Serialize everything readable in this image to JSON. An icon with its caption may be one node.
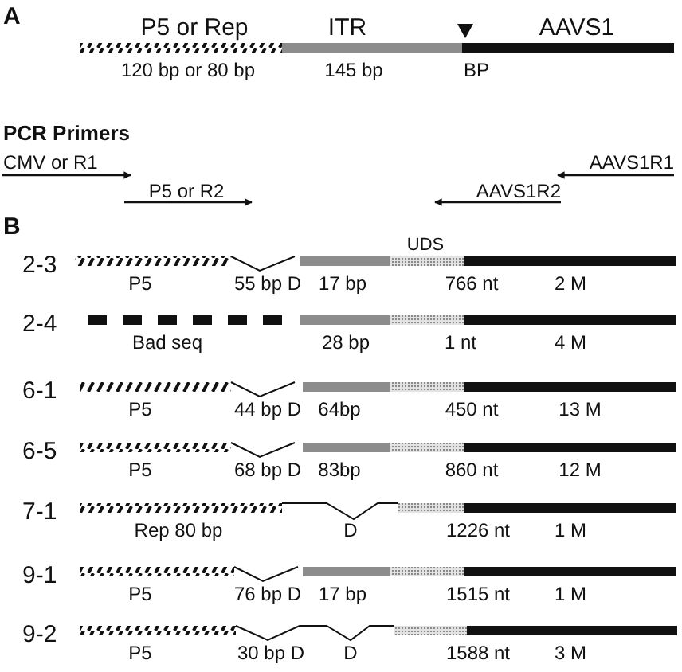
{
  "diagram": {
    "labels": [
      "A",
      "P5 or Rep",
      "ITR",
      "AAVS1",
      "120 bp or 80 bp",
      "145 bp",
      "BP",
      "PCR Primers",
      "CMV or R1",
      "AAVS1R1",
      "P5 or R2",
      "AAVS1R2",
      "B",
      "UDS",
      "2-3",
      "P5",
      "55 bp D",
      "17 bp",
      "766 nt",
      "2 M",
      "2-4",
      "Bad seq",
      "28 bp",
      "1 nt",
      "4 M",
      "6-1",
      "P5",
      "44 bp D",
      "64bp",
      "450 nt",
      "13 M",
      "6-5",
      "P5",
      "68 bp D",
      "83bp",
      "860 nt",
      "12 M",
      "7-1",
      "Rep 80 bp",
      "D",
      "1226 nt",
      "1 M",
      "9-1",
      "P5",
      "76 bp D",
      "17 bp",
      "1515 nt",
      "1 M",
      "9-2",
      "P5",
      "30 bp D",
      "D",
      "1588 nt",
      "3 M"
    ]
  }
}
